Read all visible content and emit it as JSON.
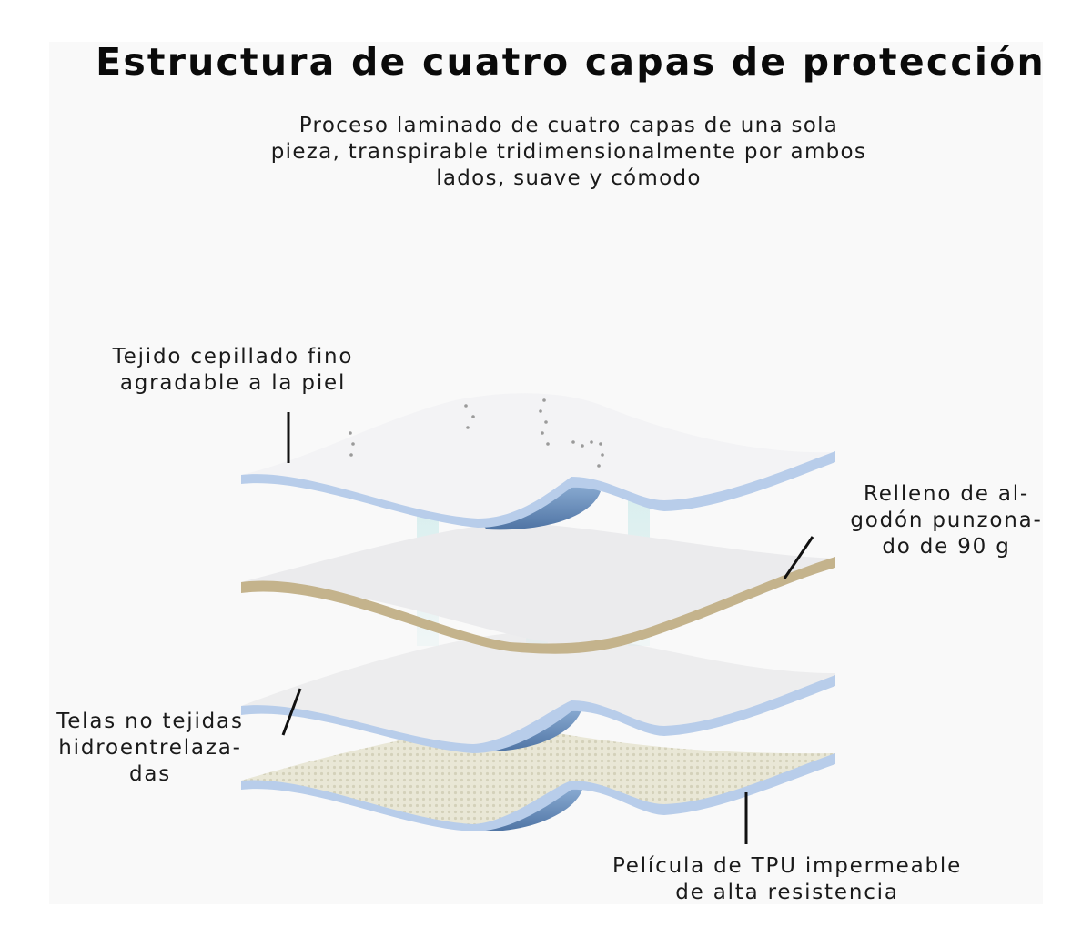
{
  "title": "Estructura de cuatro capas de protección",
  "subtitle": {
    "lines": [
      "Proceso laminado de cuatro capas de una sola",
      "pieza, transpirable tridimensionalmente por ambos",
      "lados, suave y cómodo"
    ]
  },
  "layers": [
    {
      "name": "top-fabric",
      "label_lines": [
        "Tejido cepillado fino",
        "agradable a la piel"
      ],
      "surface_color": "#f2f2f4",
      "edge_color": "#b8cdea",
      "underside_color": "#5a7fae"
    },
    {
      "name": "cotton-filling",
      "label_lines": [
        "Relleno de al-",
        "godón punzona-",
        "do de 90 g"
      ],
      "surface_color": "#ebebed",
      "edge_color": "#c4b38c"
    },
    {
      "name": "nonwoven-fabric",
      "label_lines": [
        "Telas no tejidas",
        "hidroentrelaza-",
        "das"
      ],
      "surface_color": "#ededee",
      "edge_color": "#b8cdea",
      "underside_color": "#5a7fae"
    },
    {
      "name": "tpu-film",
      "label_lines": [
        "Película de TPU impermeable",
        "de alta resistencia"
      ],
      "surface_color": "#e8e6d6",
      "edge_color": "#b8cdea",
      "underside_color": "#5a7fae"
    }
  ],
  "colors": {
    "background": "#ffffff",
    "panel": "#f9f9f9",
    "text": "#111111",
    "connector_beam": "#bfe6e6"
  }
}
